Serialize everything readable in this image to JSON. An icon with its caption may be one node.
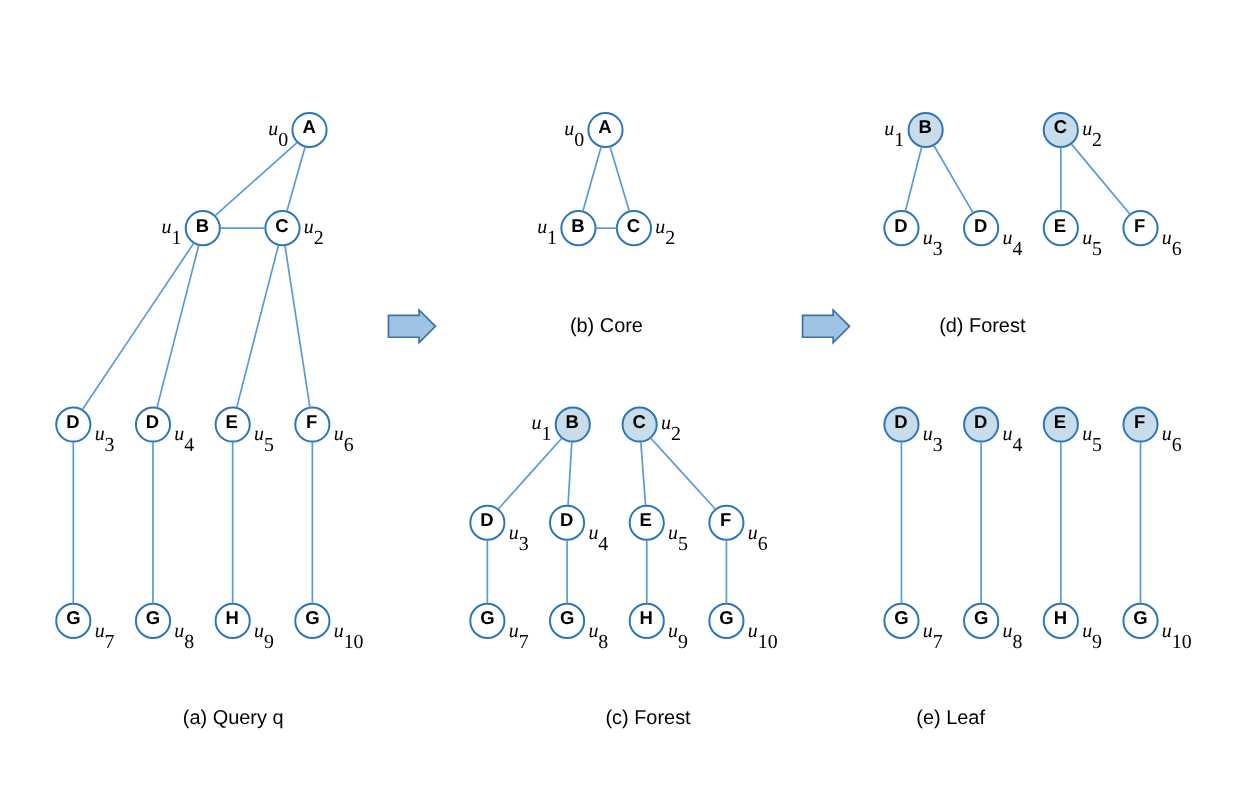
{
  "diagram": {
    "nodes": [
      {
        "text": [
          "A"
        ],
        "beside": [
          "u$_{0}$"
        ]
      },
      {
        "text": [
          "B"
        ],
        "beside": [
          "u$_{1}$"
        ]
      },
      {
        "text": [
          "C"
        ],
        "beside": [
          "u$_{2}$"
        ]
      },
      {
        "text": [
          "D"
        ],
        "beside": [
          "u$_{3}$"
        ]
      },
      {
        "text": [
          "D"
        ],
        "beside": [
          "u$_{4}$"
        ]
      },
      {
        "text": [
          "E"
        ],
        "beside": [
          "u$_{5}$"
        ]
      },
      {
        "text": [
          "F"
        ],
        "beside": [
          "u$_{6}$"
        ]
      },
      {
        "text": [
          "G"
        ],
        "beside": [
          "u$_{7}$"
        ]
      },
      {
        "text": [
          "G"
        ],
        "beside": [
          "u$_{8}$"
        ]
      },
      {
        "text": [
          "H"
        ],
        "beside": [
          "u$_{9}$"
        ]
      },
      {
        "text": [
          "G"
        ],
        "beside": [
          "u$_{10}$"
        ]
      },
      {
        "text": [],
        "shape": "arrow"
      },
      {
        "text": [
          "A"
        ],
        "beside": [
          "u$_{0}$"
        ]
      },
      {
        "text": [
          "B"
        ],
        "beside": [
          "u$_{1}$"
        ]
      },
      {
        "text": [
          "C"
        ],
        "beside": [
          "u$_{2}$"
        ]
      },
      {
        "text": [
          "B"
        ],
        "beside": [
          "u$_{1}$"
        ]
      },
      {
        "text": [
          "C"
        ],
        "beside": [
          "u$_{2}$"
        ]
      },
      {
        "text": [
          "D"
        ],
        "beside": [
          "u$_{3}$"
        ]
      },
      {
        "text": [
          "D"
        ],
        "beside": [
          "u$_{4}$"
        ]
      },
      {
        "text": [
          "E"
        ],
        "beside": [
          "u$_{5}$"
        ]
      },
      {
        "text": [
          "F"
        ],
        "beside": [
          "u$_{6}$"
        ]
      },
      {
        "text": [
          "G"
        ],
        "beside": [
          "u$_{7}$"
        ]
      },
      {
        "text": [
          "G"
        ],
        "beside": [
          "u$_{8}$"
        ]
      },
      {
        "text": [
          "H"
        ],
        "beside": [
          "u$_{9}$"
        ]
      },
      {
        "text": [
          "G"
        ],
        "beside": [
          "u$_{10}$"
        ]
      },
      {
        "text": [],
        "shape": "arrow"
      },
      {
        "text": [
          "B"
        ],
        "beside": [
          "u$_{1}$"
        ]
      },
      {
        "text": [
          "C"
        ],
        "beside": [
          "u$_{2}$"
        ]
      },
      {
        "text": [
          "D"
        ],
        "beside": [
          "u$_{3}$"
        ]
      },
      {
        "text": [
          "D"
        ],
        "beside": [
          "u$_{4}$"
        ]
      },
      {
        "text": [
          "E"
        ],
        "beside": [
          "u$_{5}$"
        ]
      },
      {
        "text": [
          "F"
        ],
        "beside": [
          "u$_{6}$"
        ]
      },
      {
        "text": [
          "D"
        ],
        "beside": [
          "u$_{3}$"
        ]
      },
      {
        "text": [
          "D"
        ],
        "beside": [
          "u$_{4}$"
        ]
      },
      {
        "text": [
          "E"
        ],
        "beside": [
          "u$_{5}$"
        ]
      },
      {
        "text": [
          "F"
        ],
        "beside": [
          "u$_{6}$"
        ]
      },
      {
        "text": [
          "G"
        ],
        "beside": [
          "u$_{7}$"
        ]
      },
      {
        "text": [
          "G"
        ],
        "beside": [
          "u$_{8}$"
        ]
      },
      {
        "text": [
          "H"
        ],
        "beside": [
          "u$_{9}$"
        ]
      },
      {
        "text": [
          "G"
        ],
        "beside": [
          "u$_{10}$"
        ]
      }
    ],
    "edges": [
      {
        "from": 0,
        "to": 1,
        "arrow": "none"
      },
      {
        "from": 0,
        "to": 2,
        "arrow": "none"
      },
      {
        "from": 1,
        "to": 2,
        "arrow": "none"
      },
      {
        "from": 1,
        "to": 3,
        "arrow": "none"
      },
      {
        "from": 1,
        "to": 4,
        "arrow": "none"
      },
      {
        "from": 2,
        "to": 5,
        "arrow": "none"
      },
      {
        "from": 2,
        "to": 6,
        "arrow": "none"
      },
      {
        "from": 3,
        "to": 7,
        "arrow": "none"
      },
      {
        "from": 4,
        "to": 8,
        "arrow": "none"
      },
      {
        "from": 5,
        "to": 9,
        "arrow": "none"
      },
      {
        "from": 6,
        "to": 10,
        "arrow": "none"
      },
      {
        "from": 12,
        "to": 13,
        "arrow": "none"
      },
      {
        "from": 12,
        "to": 14,
        "arrow": "none"
      },
      {
        "from": 13,
        "to": 14,
        "arrow": "none"
      },
      {
        "from": 15,
        "to": 17,
        "arrow": "none"
      },
      {
        "from": 15,
        "to": 18,
        "arrow": "none"
      },
      {
        "from": 16,
        "to": 19,
        "arrow": "none"
      },
      {
        "from": 16,
        "to": 20,
        "arrow": "none"
      },
      {
        "from": 17,
        "to": 21,
        "arrow": "none"
      },
      {
        "from": 18,
        "to": 22,
        "arrow": "none"
      },
      {
        "from": 19,
        "to": 23,
        "arrow": "none"
      },
      {
        "from": 20,
        "to": 24,
        "arrow": "none"
      },
      {
        "from": 26,
        "to": 28,
        "arrow": "none"
      },
      {
        "from": 26,
        "to": 29,
        "arrow": "none"
      },
      {
        "from": 27,
        "to": 30,
        "arrow": "none"
      },
      {
        "from": 27,
        "to": 31,
        "arrow": "none"
      },
      {
        "from": 32,
        "to": 36,
        "arrow": "none"
      },
      {
        "from": 33,
        "to": 37,
        "arrow": "none"
      },
      {
        "from": 34,
        "to": 38,
        "arrow": "none"
      },
      {
        "from": 35,
        "to": 39,
        "arrow": "none"
      }
    ],
    "labels": [
      "(a) Query q",
      "(b) Core",
      "(c) Forest",
      "(d) Forest",
      "(e) Leaf"
    ]
  }
}
